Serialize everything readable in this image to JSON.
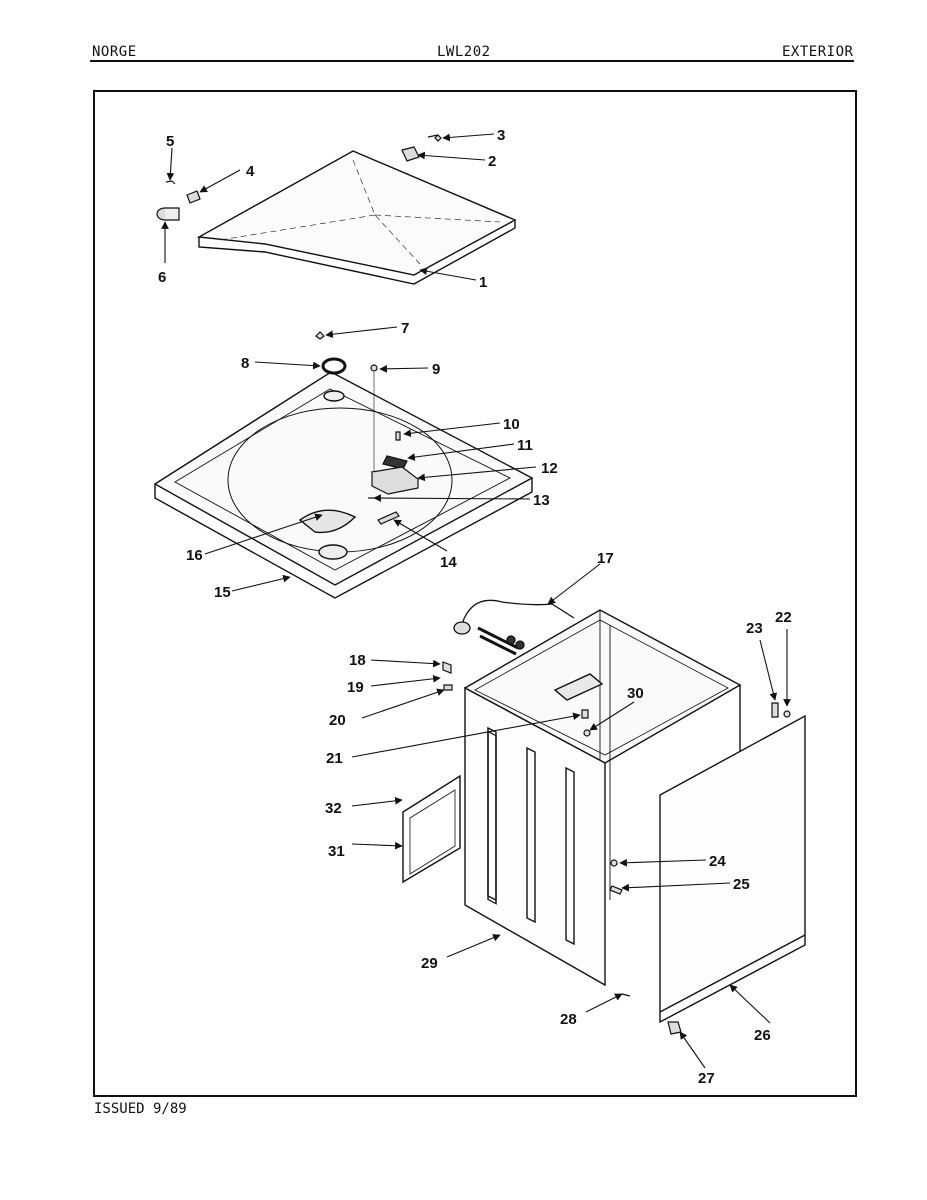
{
  "header": {
    "brand": "NORGE",
    "model": "LWL202",
    "section": "EXTERIOR"
  },
  "footer": {
    "issued": "ISSUED 9/89"
  },
  "callouts": [
    {
      "id": "c1",
      "text": "1"
    },
    {
      "id": "c2",
      "text": "2"
    },
    {
      "id": "c3",
      "text": "3"
    },
    {
      "id": "c4",
      "text": "4"
    },
    {
      "id": "c5",
      "text": "5"
    },
    {
      "id": "c6",
      "text": "6"
    },
    {
      "id": "c7",
      "text": "7"
    },
    {
      "id": "c8",
      "text": "8"
    },
    {
      "id": "c9",
      "text": "9"
    },
    {
      "id": "c10",
      "text": "10"
    },
    {
      "id": "c11",
      "text": "11"
    },
    {
      "id": "c12",
      "text": "12"
    },
    {
      "id": "c13",
      "text": "13"
    },
    {
      "id": "c14",
      "text": "14"
    },
    {
      "id": "c15",
      "text": "15"
    },
    {
      "id": "c16",
      "text": "16"
    },
    {
      "id": "c17",
      "text": "17"
    },
    {
      "id": "c18",
      "text": "18"
    },
    {
      "id": "c19",
      "text": "19"
    },
    {
      "id": "c20",
      "text": "20"
    },
    {
      "id": "c21",
      "text": "21"
    },
    {
      "id": "c22",
      "text": "22"
    },
    {
      "id": "c23",
      "text": "23"
    },
    {
      "id": "c24",
      "text": "24"
    },
    {
      "id": "c25",
      "text": "25"
    },
    {
      "id": "c26",
      "text": "26"
    },
    {
      "id": "c27",
      "text": "27"
    },
    {
      "id": "c28",
      "text": "28"
    },
    {
      "id": "c29",
      "text": "29"
    },
    {
      "id": "c30",
      "text": "30"
    },
    {
      "id": "c31",
      "text": "31"
    },
    {
      "id": "c32",
      "text": "32"
    }
  ]
}
